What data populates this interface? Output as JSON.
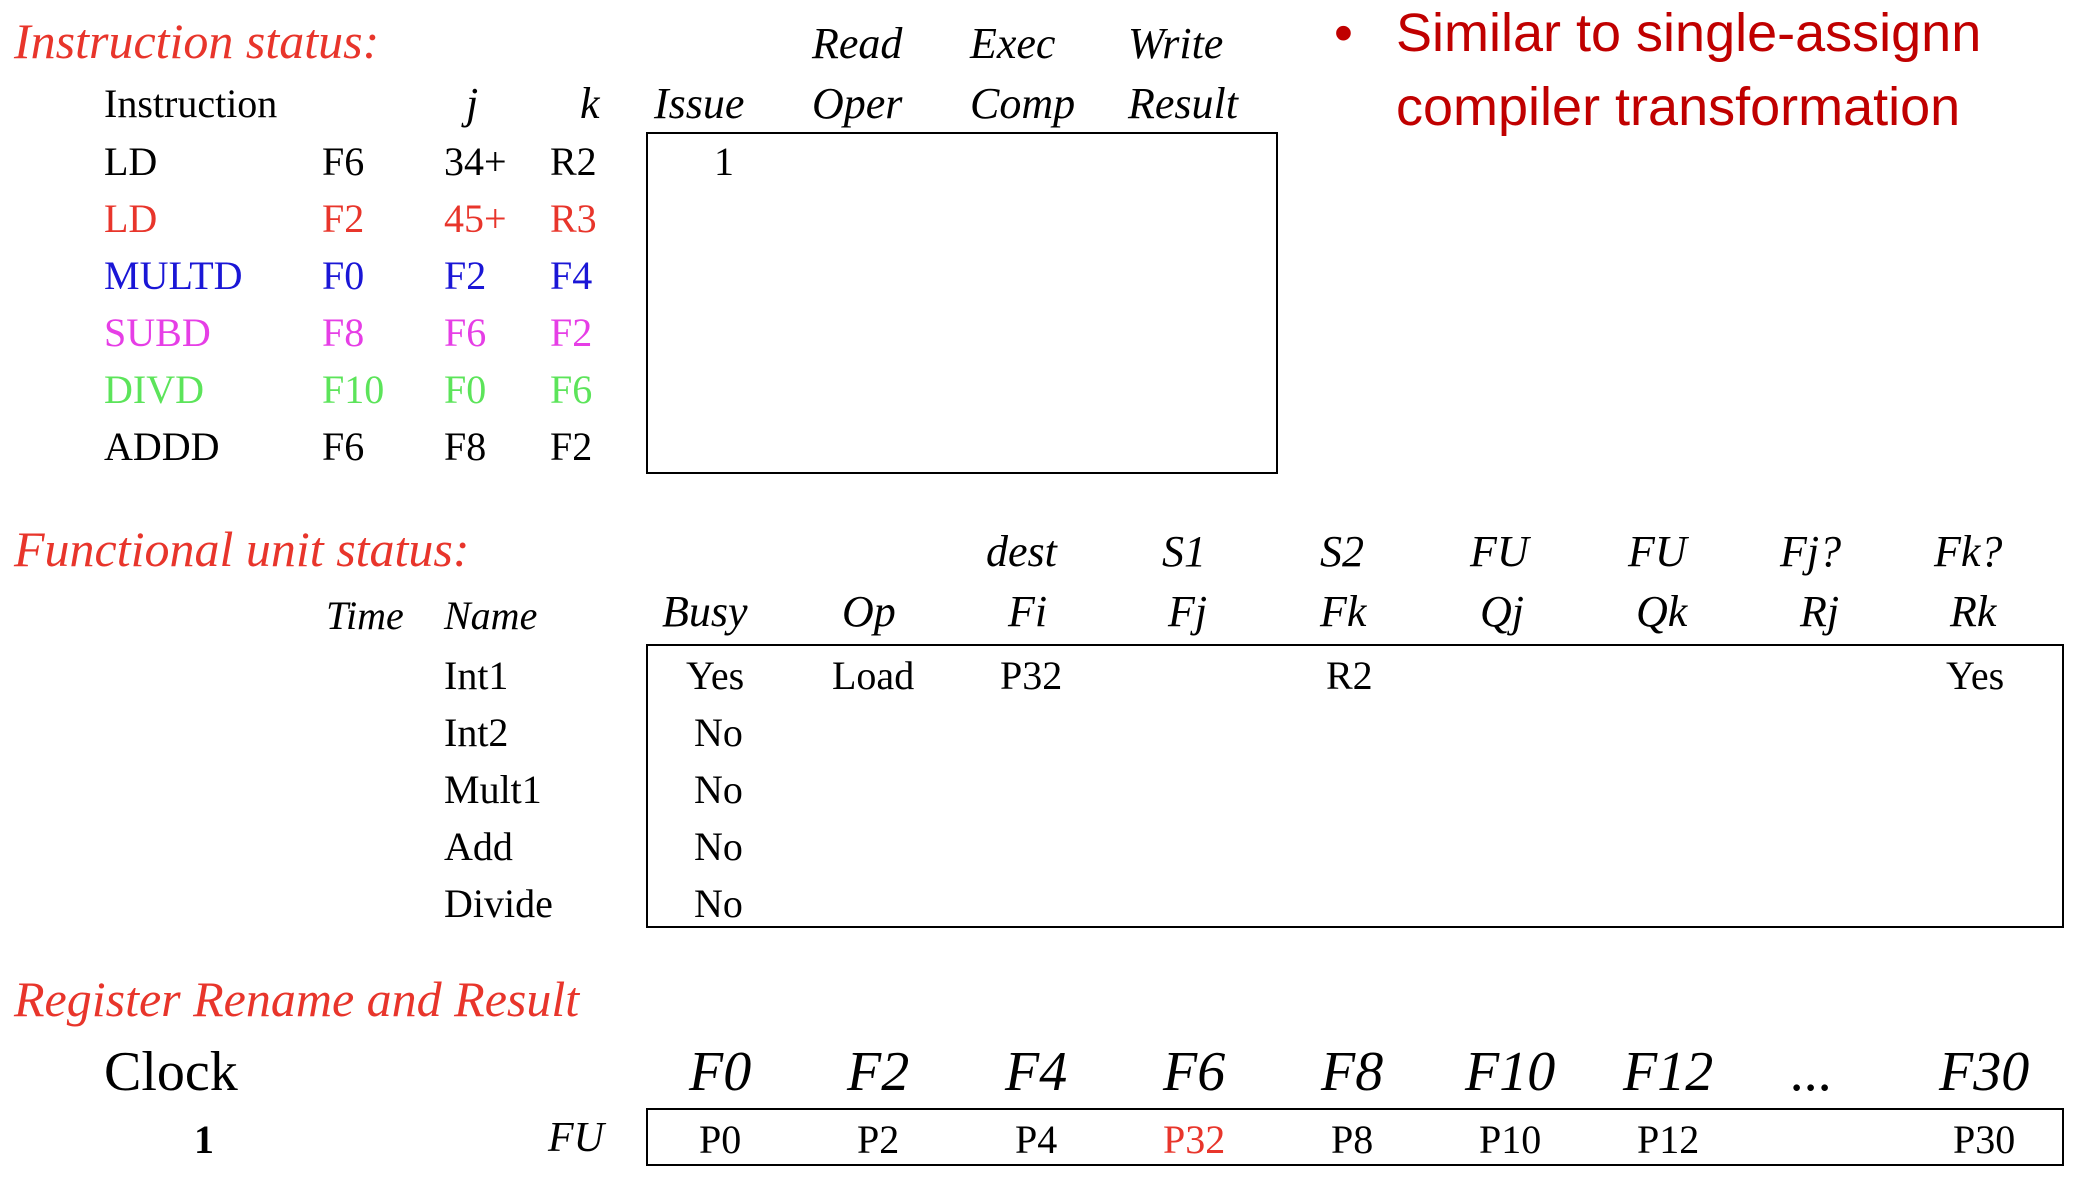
{
  "instruction_status": {
    "title": "Instruction status:",
    "headers": {
      "instruction": "Instruction",
      "j": "j",
      "k": "k",
      "issue": "Issue",
      "read_top": "Read",
      "read_bottom": "Oper",
      "exec_top": "Exec",
      "exec_bottom": "Comp",
      "write_top": "Write",
      "write_bottom": "Result"
    },
    "rows": [
      {
        "op": "LD",
        "dest": "F6",
        "j": "34+",
        "k": "R2",
        "issue": "1",
        "color": "#000000"
      },
      {
        "op": "LD",
        "dest": "F2",
        "j": "45+",
        "k": "R3",
        "issue": "",
        "color": "#e8352b"
      },
      {
        "op": "MULTD",
        "dest": "F0",
        "j": "F2",
        "k": "F4",
        "issue": "",
        "color": "#1a16d6"
      },
      {
        "op": "SUBD",
        "dest": "F8",
        "j": "F6",
        "k": "F2",
        "issue": "",
        "color": "#e63ee6"
      },
      {
        "op": "DIVD",
        "dest": "F10",
        "j": "F0",
        "k": "F6",
        "issue": "",
        "color": "#5ce45a"
      },
      {
        "op": "ADDD",
        "dest": "F6",
        "j": "F8",
        "k": "F2",
        "issue": "",
        "color": "#000000"
      }
    ]
  },
  "bullet": {
    "symbol": "•",
    "line1": "Similar to single-assignn",
    "line2": "compiler transformation"
  },
  "fu_status": {
    "title": "Functional unit status:",
    "headers_top": {
      "dest": "dest",
      "s1": "S1",
      "s2": "S2",
      "fu_qj": "FU",
      "fu_qk": "FU",
      "fj": "Fj?",
      "fk": "Fk?"
    },
    "headers": {
      "time": "Time",
      "name": "Name",
      "busy": "Busy",
      "op": "Op",
      "fi": "Fi",
      "fj": "Fj",
      "fk": "Fk",
      "qj": "Qj",
      "qk": "Qk",
      "rj": "Rj",
      "rk": "Rk"
    },
    "rows": [
      {
        "name": "Int1",
        "busy": "Yes",
        "op": "Load",
        "fi": "P32",
        "fk": "R2",
        "rk": "Yes"
      },
      {
        "name": "Int2",
        "busy": "No",
        "op": "",
        "fi": "",
        "fk": "",
        "rk": ""
      },
      {
        "name": "Mult1",
        "busy": "No",
        "op": "",
        "fi": "",
        "fk": "",
        "rk": ""
      },
      {
        "name": "Add",
        "busy": "No",
        "op": "",
        "fi": "",
        "fk": "",
        "rk": ""
      },
      {
        "name": "Divide",
        "busy": "No",
        "op": "",
        "fi": "",
        "fk": "",
        "rk": ""
      }
    ]
  },
  "register_rename": {
    "title": "Register Rename and Result",
    "clock_label": "Clock",
    "clock_value": "1",
    "fu_label": "FU",
    "registers": [
      "F0",
      "F2",
      "F4",
      "F6",
      "F8",
      "F10",
      "F12",
      "...",
      "F30"
    ],
    "values": [
      "P0",
      "P2",
      "P4",
      "P32",
      "P8",
      "P10",
      "P12",
      "",
      "P30"
    ],
    "highlight_color": "#e8352b"
  }
}
